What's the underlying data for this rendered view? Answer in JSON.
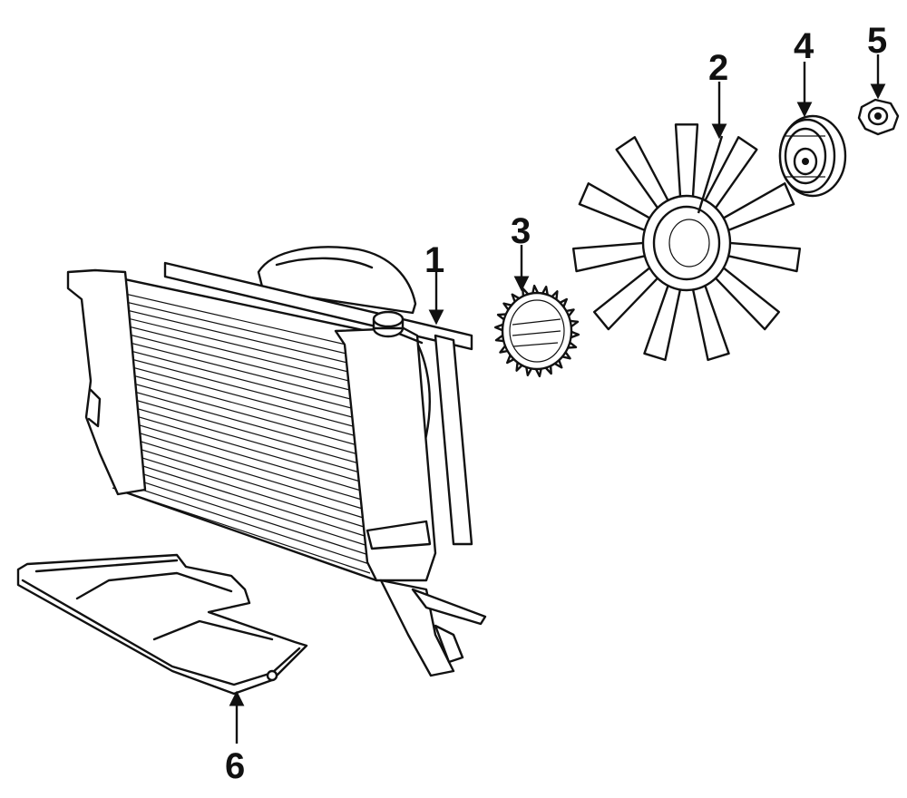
{
  "callouts": {
    "c1": "1",
    "c2": "2",
    "c3": "3",
    "c4": "4",
    "c5": "5",
    "c6": "6"
  },
  "parts": [
    {
      "callout": "1",
      "icon": "radiator-icon"
    },
    {
      "callout": "2",
      "icon": "fan-blade-icon"
    },
    {
      "callout": "3",
      "icon": "fan-clutch-icon"
    },
    {
      "callout": "4",
      "icon": "pulley-icon"
    },
    {
      "callout": "5",
      "icon": "nut-icon"
    },
    {
      "callout": "6",
      "icon": "splash-shield-icon"
    }
  ],
  "colors": {
    "ink": "#111111",
    "background": "#ffffff"
  }
}
